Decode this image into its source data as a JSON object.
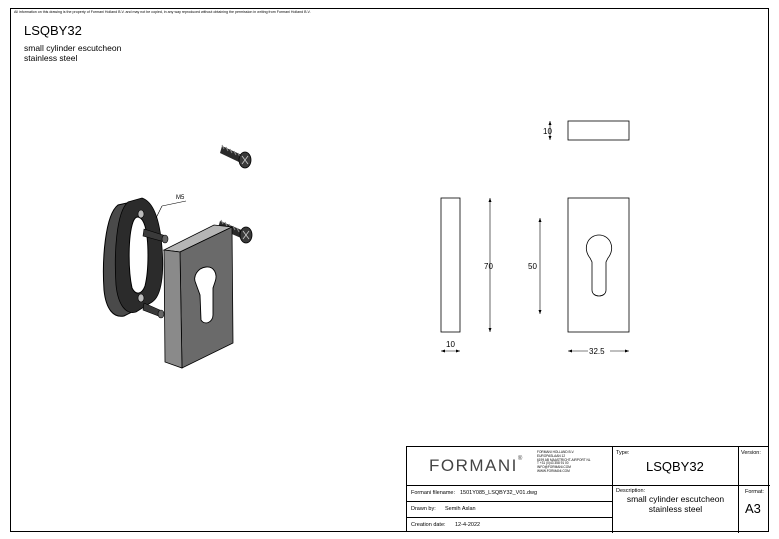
{
  "notice": "All information on this drawing is the property of Formani Holland B.V. and may not be copied, in any way reproduced without obtaining the permission in writing from Formani Holland B.V.",
  "product": {
    "code": "LSQBY32",
    "description_line1": "small cylinder escutcheon",
    "description_line2": "stainless steel"
  },
  "drawing": {
    "label_m5": "M5",
    "dim_top_thickness": "10",
    "dim_height_total": "70",
    "dim_height_inner": "50",
    "dim_side_thickness": "10",
    "dim_width": "32.5"
  },
  "title_block": {
    "logo": "FORMANI",
    "logo_mark": "®",
    "company_lines": [
      "FORMANI HOLLAND B.V.",
      "EUROPASLAAN 12",
      "6199 AB MAASTRICHT-AIRPORT NL",
      "T +31 (0)43 358 91 00",
      "INFO@FORMANI.COM",
      "WWW.FORMANI.COM"
    ],
    "filename_label": "Formani filename:",
    "filename": "1501Y085_LSQBY32_V01.dwg",
    "drawn_by_label": "Drawn by:",
    "drawn_by": "Semih Aslan",
    "creation_date_label": "Creation date:",
    "creation_date": "12-4-2022",
    "type_label": "Type:",
    "type": "LSQBY32",
    "version_label": "Version:",
    "description_label": "Description:",
    "description_line1": "small cylinder escutcheon",
    "description_line2": "stainless steel",
    "format_label": "Format:",
    "format": "A3"
  }
}
